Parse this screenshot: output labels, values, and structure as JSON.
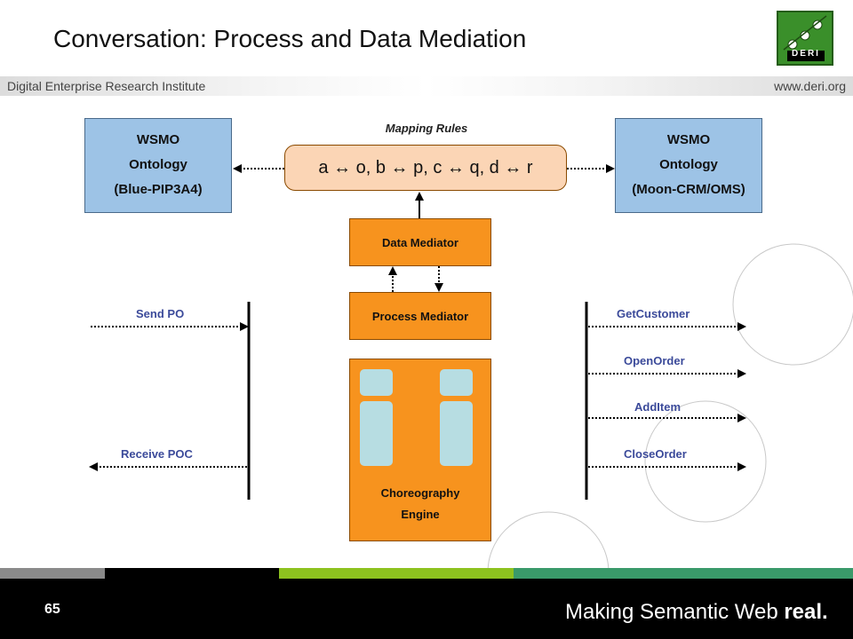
{
  "slide": {
    "title": "Conversation: Process and Data Mediation",
    "banner_left": "Digital Enterprise Research Institute",
    "banner_right": "www.deri.org",
    "logo_text": "DERI",
    "page_number": "65",
    "slogan_prefix": "Making Semantic Web ",
    "slogan_bold": "real."
  },
  "diagram": {
    "left_ontology": {
      "line1": "WSMO",
      "line2": "Ontology",
      "line3": "(Blue-PIP3A4)"
    },
    "right_ontology": {
      "line1": "WSMO",
      "line2": "Ontology",
      "line3": "(Moon-CRM/OMS)"
    },
    "mapping_label": "Mapping Rules",
    "mapping_rules": "a ↔ o, b ↔ p, c ↔ q, d ↔ r",
    "data_mediator": "Data Mediator",
    "process_mediator": "Process Mediator",
    "choreography_line1": "Choreography",
    "choreography_line2": "Engine",
    "left_messages": [
      "Send PO",
      "Receive POC"
    ],
    "right_messages": [
      "GetCustomer",
      "OpenOrder",
      "AddItem",
      "CloseOrder"
    ]
  },
  "colors": {
    "ontology_fill": "#9dc3e6",
    "mediator_fill": "#f7931e",
    "rules_fill": "#fbd5b5",
    "message_text": "#3b4a9a"
  }
}
